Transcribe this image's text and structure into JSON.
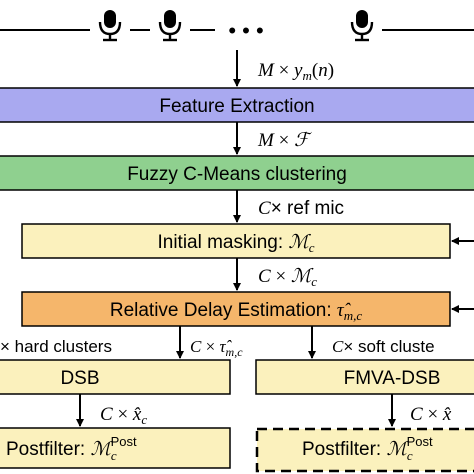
{
  "diagram": {
    "colors": {
      "feature_fill": "#a9a9f0",
      "fcm_fill": "#8fd08f",
      "mask_fill": "#fbf1bd",
      "delay_fill": "#f5b66b",
      "line": "#000000"
    },
    "icons": [
      "microphone-icon",
      "microphone-icon",
      "microphone-icon"
    ],
    "ellipsis": "• • •",
    "edges": {
      "e1": "M × y_m(n)",
      "e2": "M × ℱ",
      "e3": "C× ref mic",
      "e4": "C × ℳ_c",
      "e5_left": "× hard clusters",
      "e5_mid": "C × τ̂_{m,c}",
      "e5_right": "C× soft cluste",
      "e6_left": "C × x̂_c",
      "e6_right": "C × x̂"
    },
    "blocks": {
      "feature_extraction": "Feature Extraction",
      "fcm": "Fuzzy C-Means clustering",
      "initial_masking": "Initial masking: ℳ_c",
      "delay_estimation": "Relative Delay Estimation: τ̂_{m,c}",
      "dsb": "DSB",
      "fmva_dsb": "FMVA-DSB",
      "postfilter_left": "Postfilter: ℳ_c^Post",
      "postfilter_right": "Postfilter: ℳ_c^Post"
    }
  }
}
